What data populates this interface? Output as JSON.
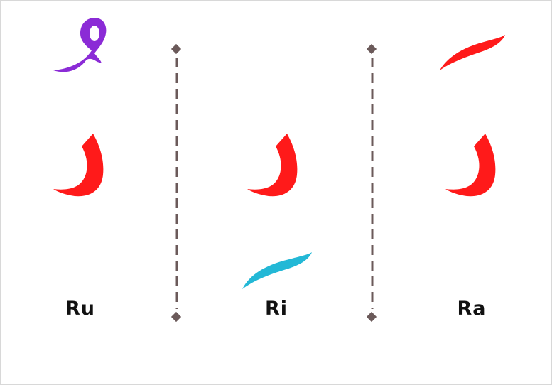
{
  "colors": {
    "letter": "#ff1a1a",
    "damma": "#8b2bd6",
    "kasra": "#23b8d6",
    "fatha": "#ff1a1a",
    "divider": "#6b5a5a",
    "label": "#111111"
  },
  "columns": [
    {
      "label": "Ru",
      "letter": "ra-letter",
      "diacritic": "damma",
      "diacritic_position": "above"
    },
    {
      "label": "Ri",
      "letter": "ra-letter",
      "diacritic": "kasra",
      "diacritic_position": "below"
    },
    {
      "label": "Ra",
      "letter": "ra-letter",
      "diacritic": "fatha",
      "diacritic_position": "above"
    }
  ],
  "dividers": [
    "dashed-vertical",
    "dashed-vertical"
  ]
}
